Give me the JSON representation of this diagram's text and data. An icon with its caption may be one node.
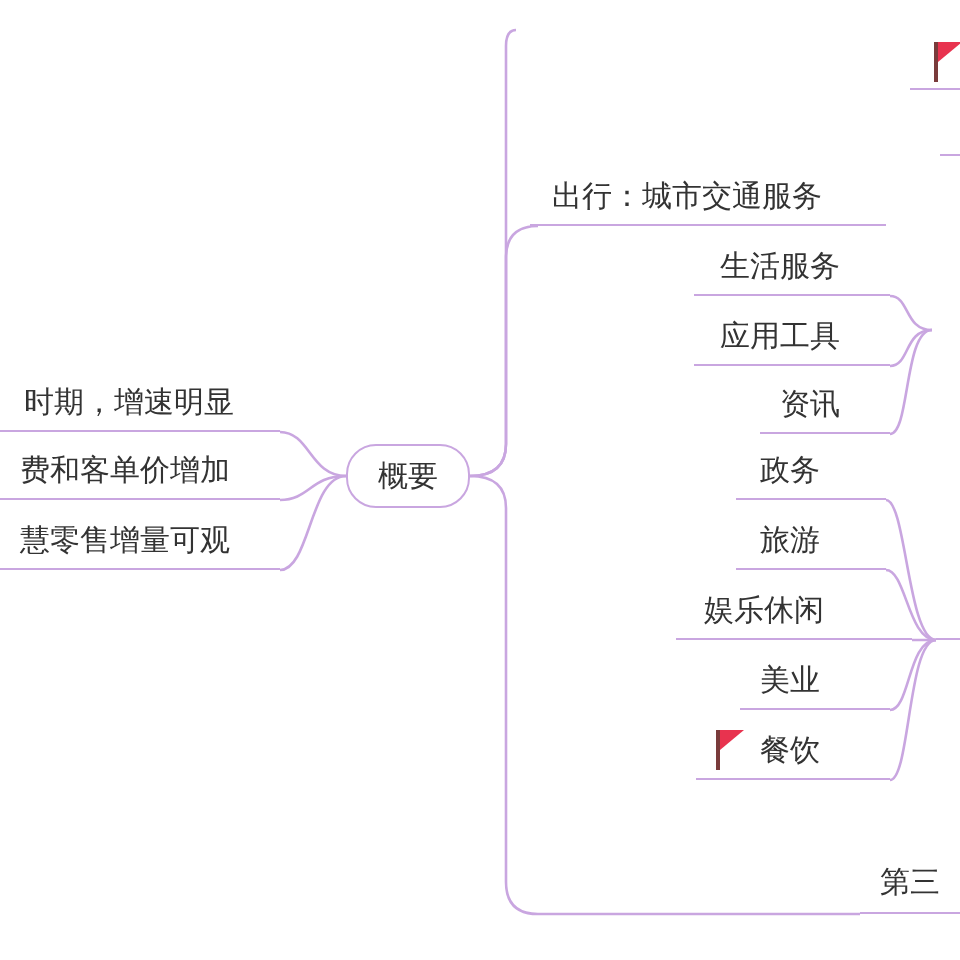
{
  "diagram": {
    "nodes": [
      {
        "text": [
          "概要"
        ]
      },
      {
        "text": [
          "时期，增速明显"
        ]
      },
      {
        "text": [
          "费和客单价增加"
        ]
      },
      {
        "text": [
          "慧零售增量可观"
        ]
      },
      {
        "text": [],
        "shape": "box"
      },
      {
        "text": [],
        "shape": "box"
      },
      {
        "text": [
          "出行：城市交通服务"
        ]
      },
      {
        "text": [
          "生活服务"
        ]
      },
      {
        "text": [
          "应用工具"
        ]
      },
      {
        "text": [
          "资讯"
        ]
      },
      {
        "text": [
          "政务"
        ]
      },
      {
        "text": [
          "旅游"
        ]
      },
      {
        "text": [
          "娱乐休闲"
        ]
      },
      {
        "text": [
          "美业"
        ]
      },
      {
        "text": [
          "餐饮"
        ]
      },
      {
        "text": [
          "第三"
        ]
      },
      {
        "text": [],
        "shape": "box"
      }
    ],
    "edges": [
      {
        "from": 0,
        "to": 1,
        "arrow": "none"
      },
      {
        "from": 0,
        "to": 2,
        "arrow": "none"
      },
      {
        "from": 0,
        "to": 3,
        "arrow": "none"
      },
      {
        "from": 0,
        "to": null,
        "arrow": "none"
      },
      {
        "from": 0,
        "to": 6,
        "arrow": "none"
      },
      {
        "from": 0,
        "to": 15,
        "arrow": "none"
      },
      {
        "from": null,
        "to": 7,
        "arrow": "none"
      },
      {
        "from": null,
        "to": 8,
        "arrow": "none"
      },
      {
        "from": null,
        "to": 9,
        "arrow": "none"
      },
      {
        "from": 16,
        "to": 10,
        "arrow": "none"
      },
      {
        "from": 16,
        "to": 11,
        "arrow": "none"
      },
      {
        "from": 16,
        "to": 12,
        "arrow": "none"
      },
      {
        "from": 16,
        "to": 13,
        "arrow": "none"
      },
      {
        "from": 16,
        "to": 14,
        "arrow": "none"
      }
    ]
  }
}
